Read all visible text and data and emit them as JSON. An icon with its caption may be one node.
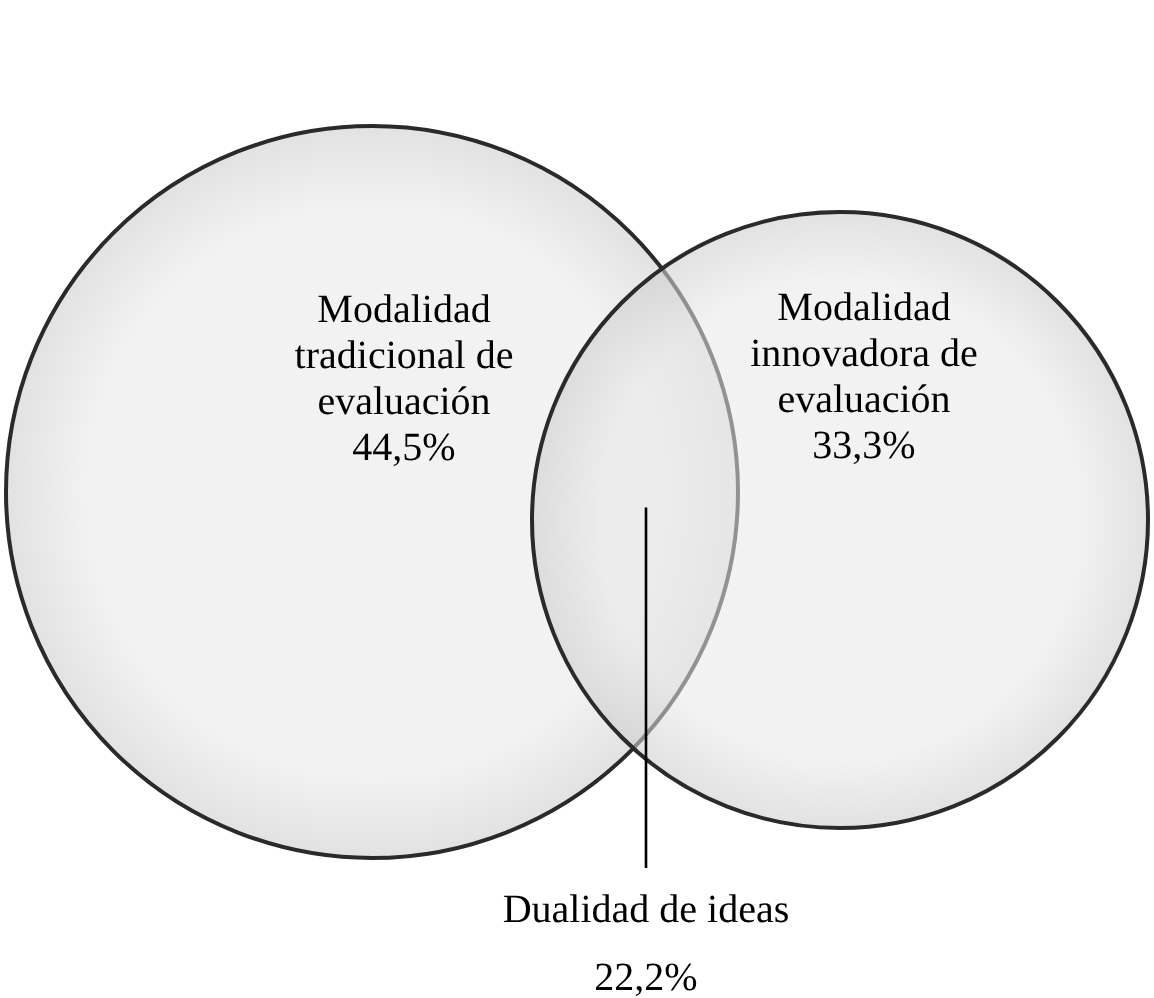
{
  "diagram": {
    "nodes": [
      {
        "text": [
          "Modalidad tradicional de evaluación",
          "44,5%"
        ]
      },
      {
        "text": [
          "Modalidad innovadora de evaluación",
          "33,3%"
        ]
      },
      {
        "text": [
          "Dualidad de ideas",
          "22,2%"
        ]
      }
    ],
    "edges": [
      {
        "from": 2,
        "to": 1,
        "arrow": "none"
      }
    ]
  }
}
